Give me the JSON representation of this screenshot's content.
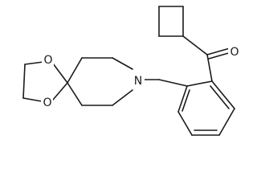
{
  "molecule": {
    "atoms": {
      "ring_oxygen_top": "O",
      "ring_oxygen_bottom": "O",
      "piperidine_nitrogen": "N",
      "ketone_oxygen": "O"
    }
  }
}
